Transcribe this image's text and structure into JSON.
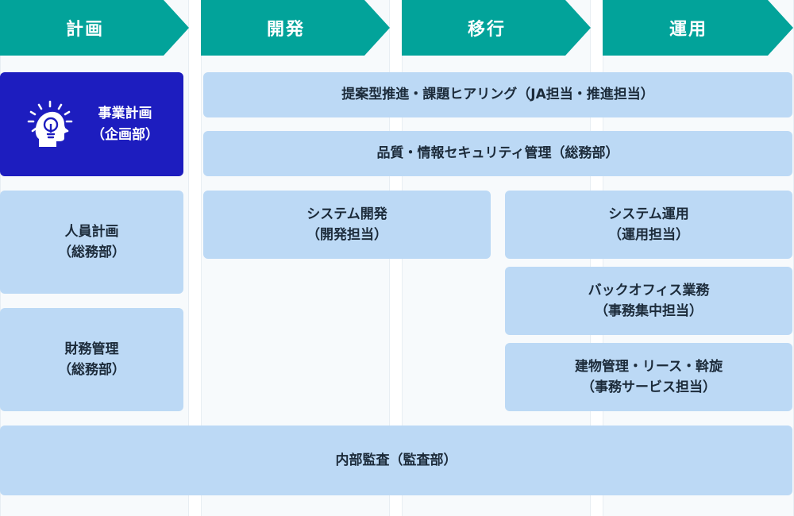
{
  "phases": [
    {
      "label": "計画"
    },
    {
      "label": "開発"
    },
    {
      "label": "移行"
    },
    {
      "label": "運用"
    }
  ],
  "boxes": {
    "business_plan": {
      "title": "事業計画",
      "dept": "（企画部）",
      "icon": "lightbulb-head-icon"
    },
    "proposal": {
      "title": "提案型推進・課題ヒアリング（JA担当・推進担当）"
    },
    "quality_security": {
      "title": "品質・情報セキュリティ管理（総務部）"
    },
    "hr_plan": {
      "title": "人員計画",
      "dept": "（総務部）"
    },
    "finance": {
      "title": "財務管理",
      "dept": "（総務部）"
    },
    "system_dev": {
      "title": "システム開発",
      "dept": "（開発担当）"
    },
    "system_ops": {
      "title": "システム運用",
      "dept": "（運用担当）"
    },
    "back_office": {
      "title": "バックオフィス業務",
      "dept": "（事務集中担当）"
    },
    "building": {
      "title": "建物管理・リース・斡旋",
      "dept": "（事務サービス担当）"
    },
    "audit": {
      "title": "内部監査（監査部）"
    }
  },
  "colors": {
    "phase": "#02a39a",
    "box": "#bcd9f5",
    "highlight": "#1d1dbf",
    "text": "#1c2b3a"
  }
}
